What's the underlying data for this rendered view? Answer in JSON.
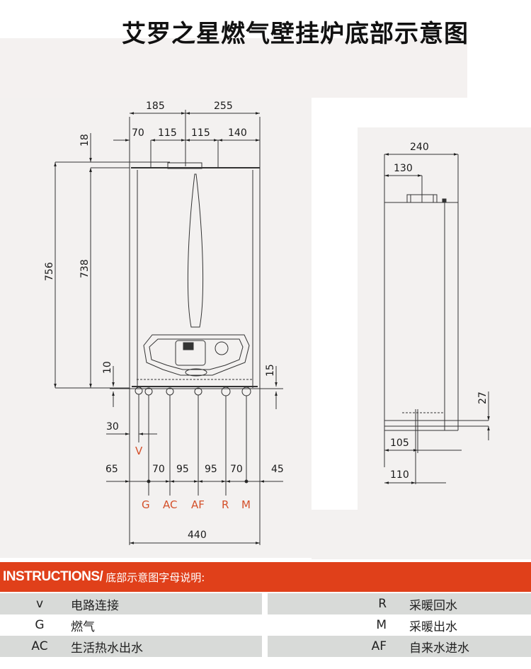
{
  "title": "艾罗之星燃气壁挂炉底部示意图",
  "front_view": {
    "top_dims": {
      "overall_left": "185",
      "overall_right": "255",
      "segments": [
        "70",
        "115",
        "115",
        "140"
      ]
    },
    "left_dims": {
      "top_offset": "18",
      "total_height": "756",
      "body_height": "738",
      "bottom_offset": "10"
    },
    "right_dims": {
      "bottom_offset": "15"
    },
    "v_offset": "30",
    "v_label": "V",
    "bottom_dims": [
      "65",
      "70",
      "95",
      "95",
      "70",
      "45"
    ],
    "connection_labels": [
      "G",
      "AC",
      "AF",
      "R",
      "M"
    ],
    "width": "440"
  },
  "side_view": {
    "depth": "240",
    "flue_offset": "130",
    "bottom_offset": "27",
    "conn_depth_1": "105",
    "conn_depth_2": "110"
  },
  "instructions": {
    "heading_en": "INSTRUCTIONS/",
    "heading_cn": "底部示意图字母说明:",
    "left": [
      {
        "code": "v",
        "desc": "电路连接"
      },
      {
        "code": "G",
        "desc": "燃气"
      },
      {
        "code": "AC",
        "desc": "生活热水出水"
      }
    ],
    "right": [
      {
        "code": "R",
        "desc": "采暖回水"
      },
      {
        "code": "M",
        "desc": "采暖出水"
      },
      {
        "code": "AF",
        "desc": "自来水进水"
      }
    ]
  },
  "colors": {
    "accent": "#e0401a",
    "label_orange": "#d4502a",
    "row_shade": "#d8dad8",
    "paper": "#f3f1f0"
  }
}
